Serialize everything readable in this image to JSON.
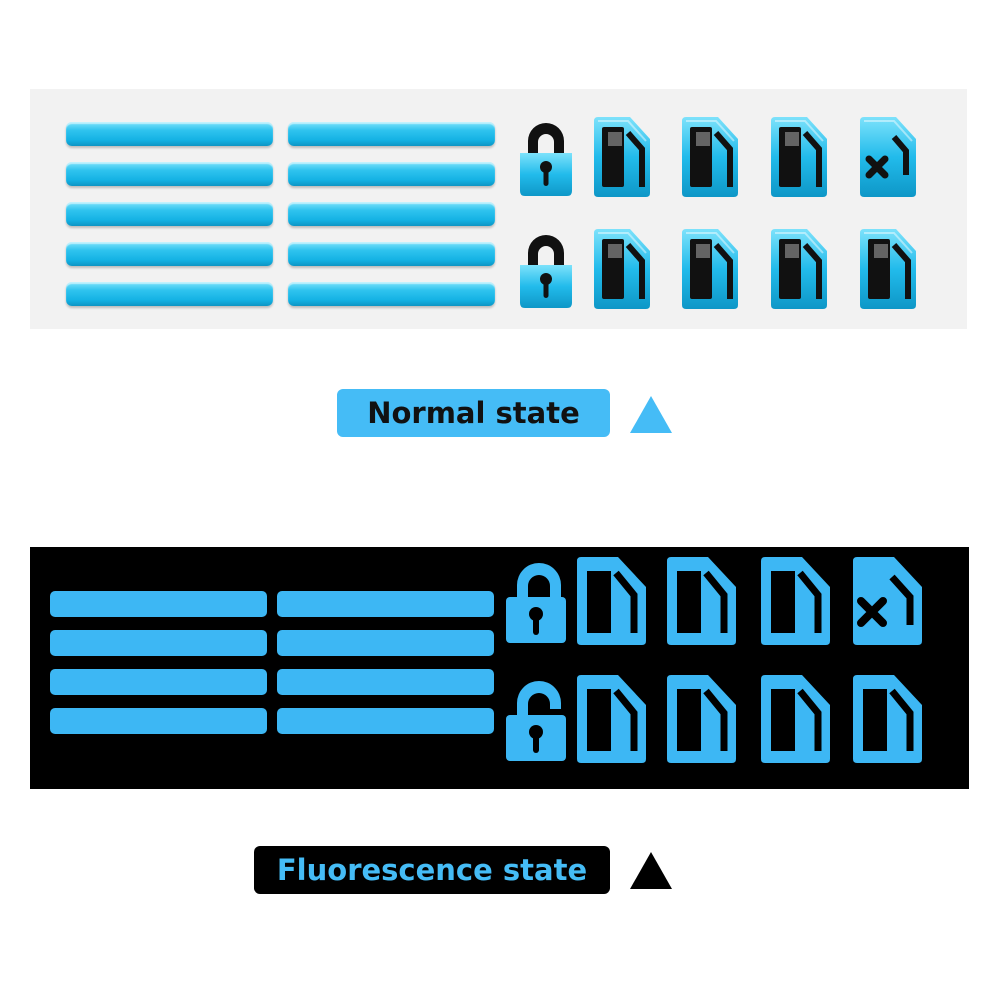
{
  "labels": {
    "normal_state": "Normal state",
    "fluorescence_state": "Fluorescence state"
  },
  "colors": {
    "accent_blue": "#45bcf6",
    "glow_blue": "#3db7f4",
    "normal_background": "#f2f2f2",
    "fluorescence_background": "#000000"
  },
  "normal_panel": {
    "bars": {
      "columns": 2,
      "rows": 5
    },
    "icons_top_row": [
      "lock-closed-icon",
      "door-icon",
      "door-icon",
      "door-icon",
      "door-close-icon"
    ],
    "icons_bottom_row": [
      "lock-closed-icon",
      "door-icon",
      "door-icon",
      "door-icon",
      "door-icon"
    ]
  },
  "fluorescence_panel": {
    "bars": {
      "columns": 2,
      "rows": 4
    },
    "icons_top_row": [
      "lock-closed-icon",
      "door-icon",
      "door-icon",
      "door-icon",
      "door-close-icon"
    ],
    "icons_bottom_row": [
      "lock-open-icon",
      "door-icon",
      "door-icon",
      "door-icon",
      "door-icon"
    ]
  }
}
